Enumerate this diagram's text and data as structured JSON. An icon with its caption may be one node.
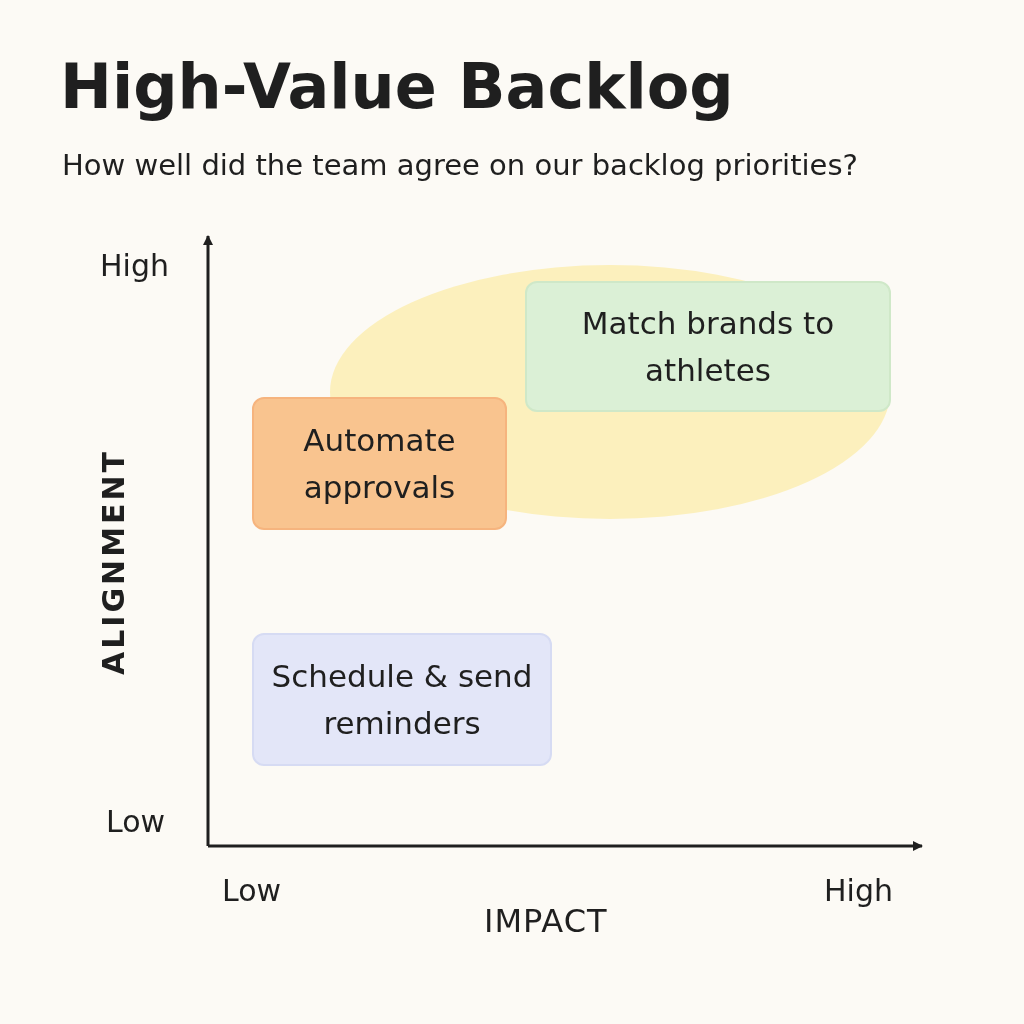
{
  "diagram": {
    "title": "High-Value Backlog",
    "nodes": [
      {
        "text": [
          "Match brands to athletes"
        ]
      },
      {
        "text": [
          "Automate approvals"
        ]
      },
      {
        "text": [
          "Schedule & send reminders"
        ]
      }
    ],
    "edges": [],
    "labels": [
      "How well did the team agree on our backlog priorities?",
      "High",
      "ALIGNMENT",
      "Low",
      "Low",
      "High",
      "IMPACT"
    ]
  }
}
